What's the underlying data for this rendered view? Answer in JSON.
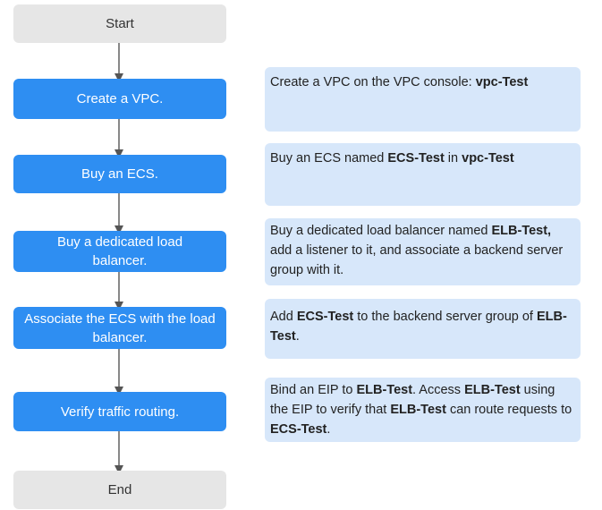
{
  "flow": {
    "start": "Start",
    "end": "End",
    "steps": [
      {
        "label": "Create a VPC.",
        "note": [
          {
            "t": "Create a VPC on the VPC console: "
          },
          {
            "t": "vpc-Test",
            "b": true
          }
        ]
      },
      {
        "label": "Buy an ECS.",
        "note": [
          {
            "t": "Buy an ECS named "
          },
          {
            "t": "ECS-Test",
            "b": true
          },
          {
            "t": " in "
          },
          {
            "t": "vpc-Test",
            "b": true
          }
        ]
      },
      {
        "label": "Buy a dedicated load balancer.",
        "note": [
          {
            "t": "Buy a dedicated load balancer named "
          },
          {
            "t": "ELB-Test,",
            "b": true
          },
          {
            "t": " add a listener to it, and associate a backend server group with it."
          }
        ]
      },
      {
        "label": "Associate the ECS with the load balancer.",
        "note": [
          {
            "t": "Add "
          },
          {
            "t": "ECS-Test",
            "b": true
          },
          {
            "t": " to the backend server group of "
          },
          {
            "t": "ELB-Test",
            "b": true
          },
          {
            "t": "."
          }
        ]
      },
      {
        "label": "Verify traffic routing.",
        "note": [
          {
            "t": "Bind an EIP to "
          },
          {
            "t": "ELB-Test",
            "b": true
          },
          {
            "t": ". Access "
          },
          {
            "t": "ELB-Test",
            "b": true
          },
          {
            "t": " using the EIP to verify that "
          },
          {
            "t": "ELB-Test",
            "b": true
          },
          {
            "t": " can route requests to "
          },
          {
            "t": "ECS-Test",
            "b": true
          },
          {
            "t": "."
          }
        ]
      }
    ]
  },
  "colors": {
    "step": "#2e8ef2",
    "terminal": "#e6e6e6",
    "note": "#d7e7fa",
    "arrow": "#555555"
  }
}
